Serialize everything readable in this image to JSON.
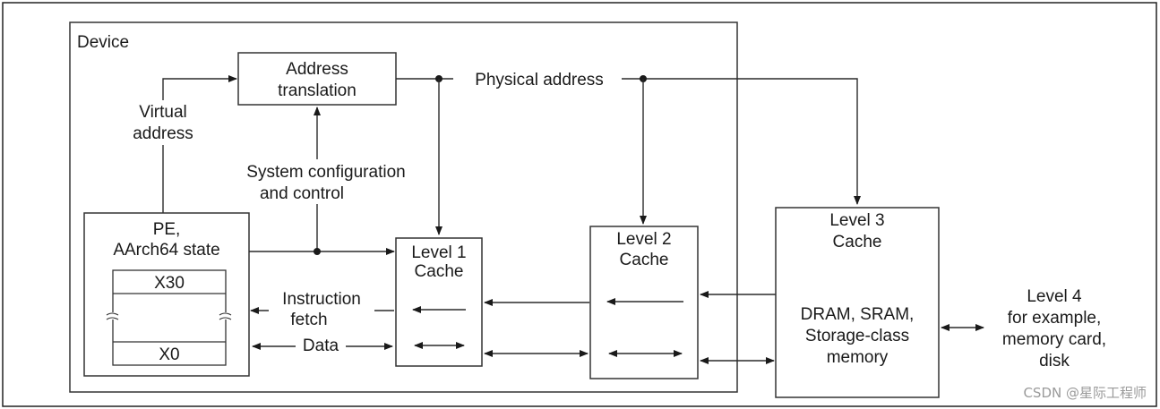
{
  "device": {
    "label": "Device"
  },
  "address_translation": {
    "line1": "Address",
    "line2": "translation"
  },
  "labels": {
    "physical_address": "Physical address",
    "virtual_address_1": "Virtual",
    "virtual_address_2": "address",
    "sys_config_1": "System configuration",
    "sys_config_2": "and control",
    "instruction_fetch_1": "Instruction",
    "instruction_fetch_2": "fetch",
    "data": "Data"
  },
  "pe": {
    "line1": "PE,",
    "line2": "AArch64 state",
    "reg_top": "X30",
    "reg_bottom": "X0"
  },
  "l1": {
    "line1": "Level 1",
    "line2": "Cache"
  },
  "l2": {
    "line1": "Level 2",
    "line2": "Cache"
  },
  "l3": {
    "line1": "Level 3",
    "line2": "Cache",
    "mem1": "DRAM, SRAM,",
    "mem2": "Storage-class",
    "mem3": "memory"
  },
  "l4": {
    "line1": "Level 4",
    "line2": "for example,",
    "line3": "memory card,",
    "line4": "disk"
  },
  "watermark": "CSDN @星际工程师"
}
